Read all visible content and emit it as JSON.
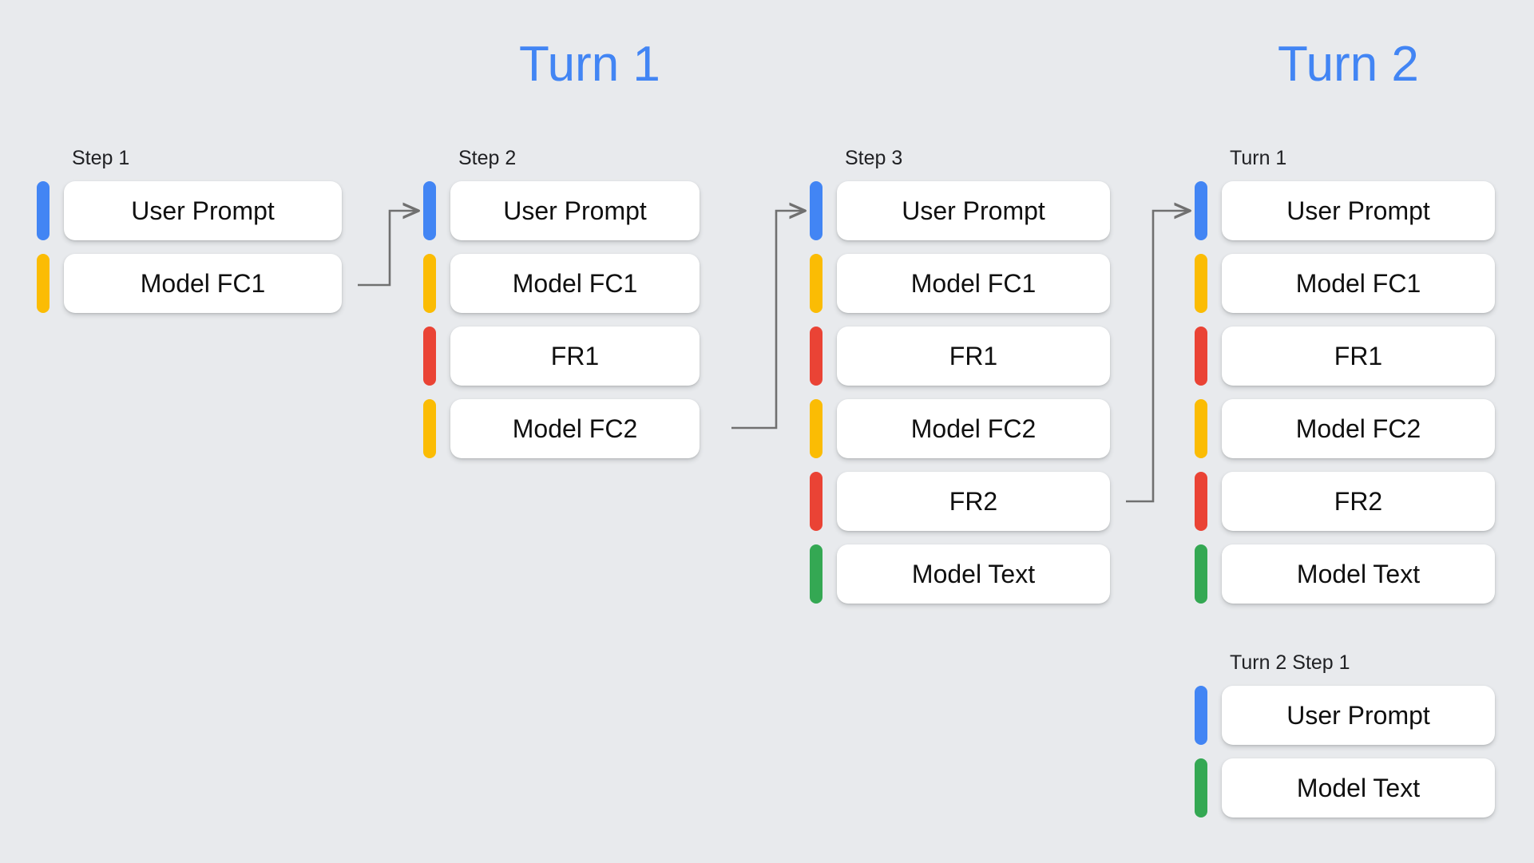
{
  "background_color": "#E8EAED",
  "palette": {
    "blue": "#4285F4",
    "yellow": "#FBBC04",
    "red": "#EA4335",
    "green": "#34A853",
    "card": "#FFFFFF",
    "text": "#101010",
    "connector": "#707070"
  },
  "turn_titles": [
    {
      "label": "Turn 1",
      "color": "#4285F4"
    },
    {
      "label": "Turn 2",
      "color": "#4285F4"
    }
  ],
  "columns": [
    {
      "id": "step-1",
      "label": "Step 1",
      "rows": [
        {
          "label": "User Prompt",
          "color": "blue"
        },
        {
          "label": "Model FC1",
          "color": "yellow"
        }
      ]
    },
    {
      "id": "step-2",
      "label": "Step 2",
      "rows": [
        {
          "label": "User Prompt",
          "color": "blue"
        },
        {
          "label": "Model FC1",
          "color": "yellow"
        },
        {
          "label": "FR1",
          "color": "red"
        },
        {
          "label": "Model FC2",
          "color": "yellow"
        }
      ]
    },
    {
      "id": "step-3",
      "label": "Step 3",
      "rows": [
        {
          "label": "User Prompt",
          "color": "blue"
        },
        {
          "label": "Model FC1",
          "color": "yellow"
        },
        {
          "label": "FR1",
          "color": "red"
        },
        {
          "label": "Model FC2",
          "color": "yellow"
        },
        {
          "label": "FR2",
          "color": "red"
        },
        {
          "label": "Model Text",
          "color": "green"
        }
      ]
    },
    {
      "id": "turn-1-summary",
      "label": "Turn 1",
      "rows": [
        {
          "label": "User Prompt",
          "color": "blue"
        },
        {
          "label": "Model FC1",
          "color": "yellow"
        },
        {
          "label": "FR1",
          "color": "red"
        },
        {
          "label": "Model FC2",
          "color": "yellow"
        },
        {
          "label": "FR2",
          "color": "red"
        },
        {
          "label": "Model Text",
          "color": "green"
        }
      ]
    },
    {
      "id": "turn-2-step-1",
      "label": "Turn 2 Step 1",
      "rows": [
        {
          "label": "User Prompt",
          "color": "blue"
        },
        {
          "label": "Model Text",
          "color": "green"
        }
      ]
    }
  ],
  "connectors": [
    {
      "id": "step1-to-step2",
      "from": "Model FC1 (Step 1)",
      "to": "User Prompt (Step 2)"
    },
    {
      "id": "step2-to-step3",
      "from": "Model FC2 (Step 2)",
      "to": "User Prompt (Step 3)"
    },
    {
      "id": "step3-to-turn1",
      "from": "FR2 (Step 3)",
      "to": "User Prompt (Turn 1)"
    }
  ]
}
